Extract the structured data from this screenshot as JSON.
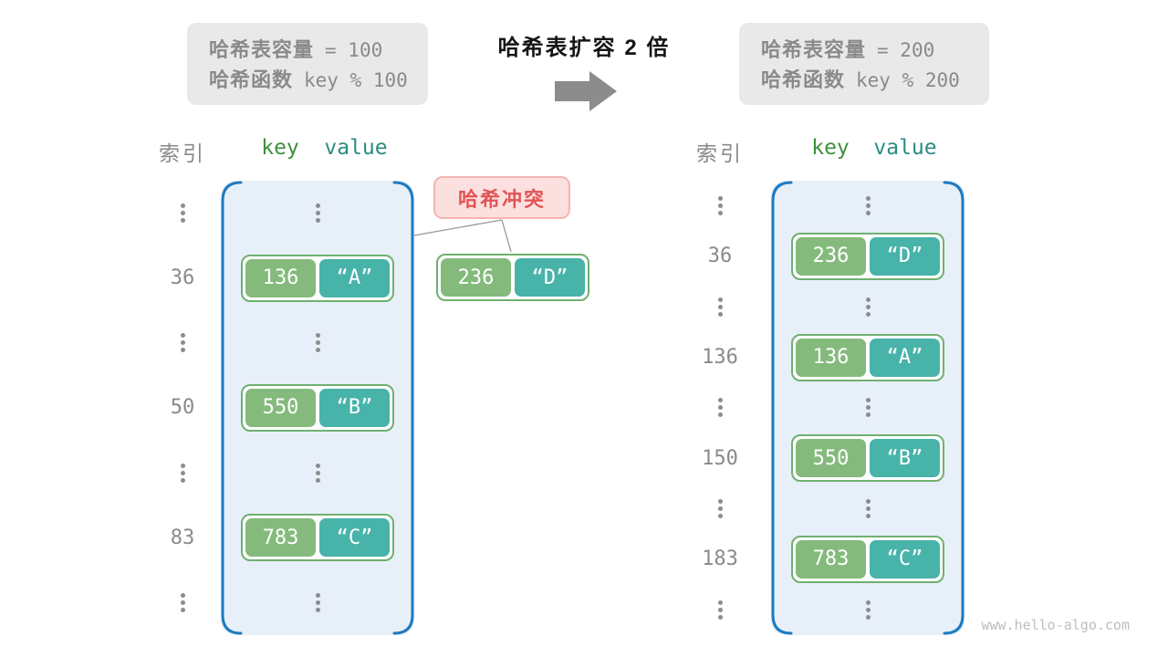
{
  "transition": {
    "title": "哈希表扩容 2 倍",
    "arrow_icon": "arrow-right-icon",
    "arrow_color": "#8c8c8c"
  },
  "before": {
    "info": {
      "line1_label": "哈希表容量",
      "line1_value": "= 100",
      "line2_label": "哈希函数",
      "line2_value": "key % 100"
    },
    "rows": [
      {
        "type": "dots"
      },
      {
        "index": "36",
        "key": "136",
        "value": "“A”"
      },
      {
        "type": "dots"
      },
      {
        "index": "50",
        "key": "550",
        "value": "“B”"
      },
      {
        "type": "dots"
      },
      {
        "index": "83",
        "key": "783",
        "value": "“C”"
      },
      {
        "type": "dots"
      }
    ]
  },
  "after": {
    "info": {
      "line1_label": "哈希表容量",
      "line1_value": "= 200",
      "line2_label": "哈希函数",
      "line2_value": "key % 200"
    },
    "rows": [
      {
        "type": "dots"
      },
      {
        "index": "36",
        "key": "236",
        "value": "“D”"
      },
      {
        "type": "dots"
      },
      {
        "index": "136",
        "key": "136",
        "value": "“A”"
      },
      {
        "type": "dots"
      },
      {
        "index": "150",
        "key": "550",
        "value": "“B”"
      },
      {
        "type": "dots"
      },
      {
        "index": "183",
        "key": "783",
        "value": "“C”"
      },
      {
        "type": "dots"
      }
    ]
  },
  "collision": {
    "label": "哈希冲突",
    "pair": {
      "key": "236",
      "value": "“D”"
    }
  },
  "table_headers": {
    "index": "索引",
    "key": "key",
    "value": "value"
  },
  "watermark": "www.hello-algo.com",
  "icons": {
    "transition_arrow": "arrow-right-icon",
    "row_ellipsis": "vertical-ellipsis-icon"
  },
  "colors": {
    "key_box": "#85ba7d",
    "value_box": "#48b3a9",
    "pair_border": "#6fb06f",
    "table_bg": "#e7f0f9",
    "table_border": "#1d7bbf",
    "collision_bg": "#fcdfdf",
    "collision_border": "#f5b4b4",
    "collision_text": "#e05555",
    "info_bg": "#e9e9e9",
    "info_text": "#8a8a8a",
    "header_key": "#3d9140",
    "header_value": "#2b8c80",
    "index_text": "#8a8a8a",
    "arrow": "#8c8c8c",
    "connector_line": "#999999",
    "watermark": "#bdbdbd"
  }
}
